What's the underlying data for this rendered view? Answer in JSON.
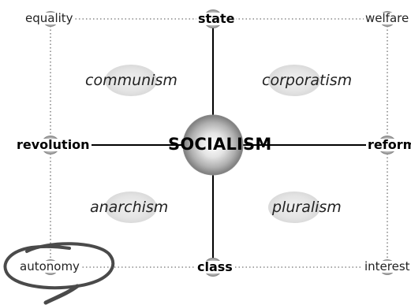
{
  "center": {
    "label": "SOCIALISM"
  },
  "axes": {
    "top": "state",
    "bottom": "class",
    "left": "revolution",
    "right": "reform"
  },
  "corners": {
    "top_left": "equality",
    "top_right": "welfare",
    "bottom_left": "autonomy",
    "bottom_right": "interest"
  },
  "quadrants": {
    "upper_left": "communism",
    "upper_right": "corporatism",
    "lower_left": "anarchism",
    "lower_right": "pluralism"
  },
  "colors": {
    "solid_line": "#000000",
    "dotted_line": "#8a8a8a",
    "ellipse_fill": "#e6e6e6",
    "circle_ring": "#9c9c9c",
    "annotation_stroke": "#4a4a4a"
  }
}
